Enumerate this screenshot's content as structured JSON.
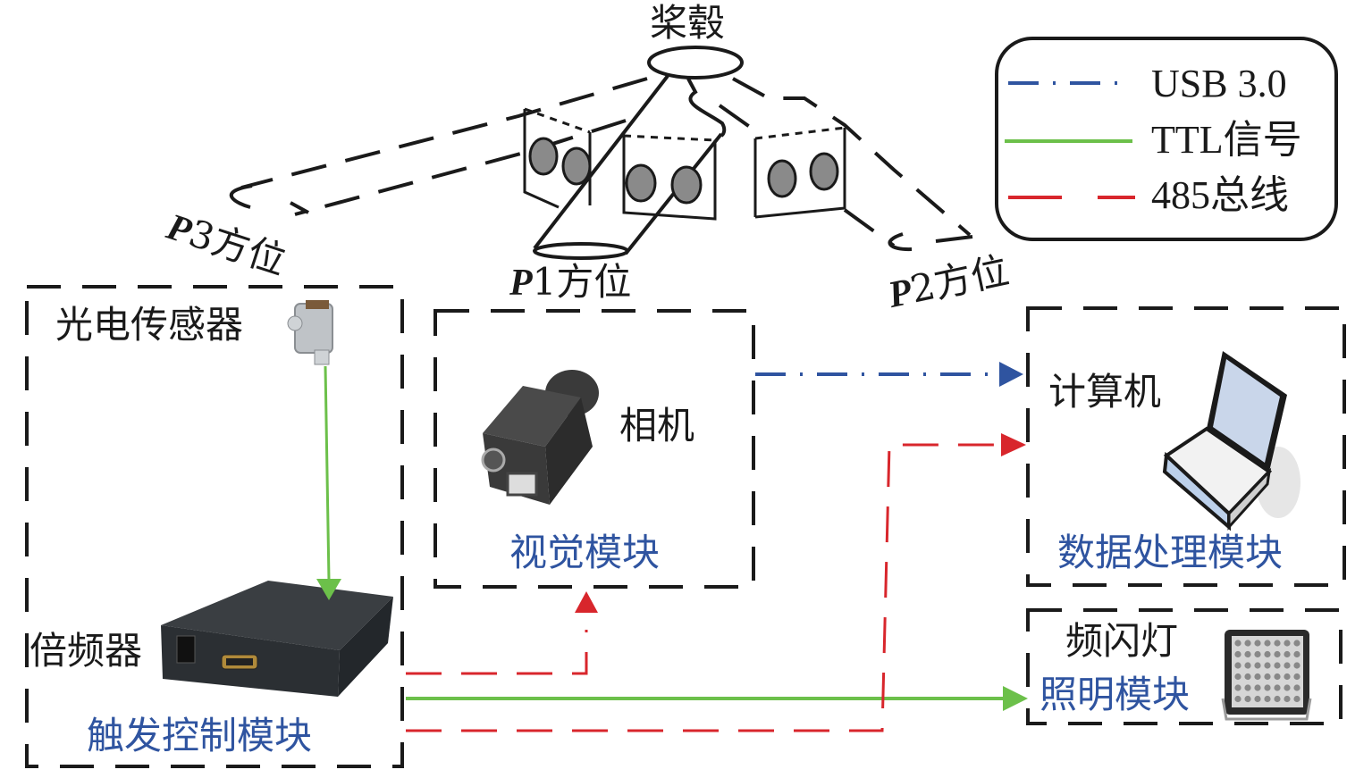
{
  "diagram": {
    "hub_label": "桨毂",
    "positions": [
      {
        "letter": "P",
        "num": "3",
        "suffix": "方位"
      },
      {
        "letter": "P",
        "num": "1",
        "suffix": "方位"
      },
      {
        "letter": "P",
        "num": "2",
        "suffix": "方位"
      }
    ],
    "legend": [
      {
        "label": "USB 3.0",
        "style": "dash-dot",
        "color": "#2f54a0"
      },
      {
        "label": "TTL信号",
        "style": "solid",
        "color": "#6cc04a"
      },
      {
        "label": "485总线",
        "style": "dashed",
        "color": "#d8262c"
      }
    ],
    "modules": {
      "trigger": {
        "title": "触发控制模块",
        "sensor_label": "光电传感器",
        "multiplier_label": "倍频器"
      },
      "vision": {
        "title": "视觉模块",
        "camera_label": "相机"
      },
      "data": {
        "title": "数据处理模块",
        "computer_label": "计算机"
      },
      "lighting": {
        "title": "照明模块",
        "strobe_label": "频闪灯"
      }
    },
    "colors": {
      "usb": "#2f54a0",
      "ttl": "#6cc04a",
      "rs485": "#d8262c",
      "module_title": "#2f54a0"
    }
  }
}
